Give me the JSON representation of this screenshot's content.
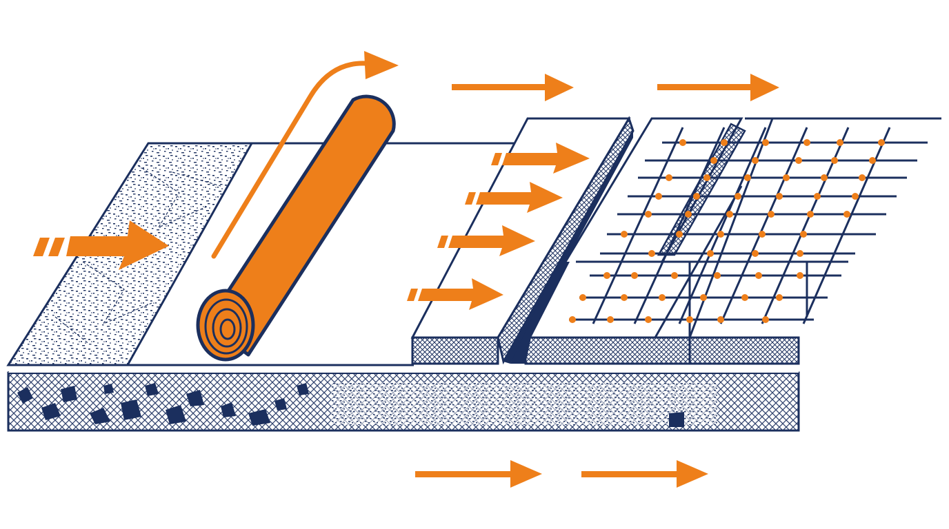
{
  "colors": {
    "background": "#ffffff",
    "outline": "#1b2f5e",
    "accent": "#ee7f1a"
  },
  "components": [
    {
      "id": "base-course",
      "kind": "aggregate-base-layer"
    },
    {
      "id": "concrete-slab",
      "kind": "speckled-slab"
    },
    {
      "id": "membrane-roll",
      "kind": "rolled-membrane"
    },
    {
      "id": "membrane-sheet",
      "kind": "flat-sheet"
    },
    {
      "id": "insulation-board",
      "kind": "crosshatched-board"
    },
    {
      "id": "reinforcement-mesh",
      "kind": "grid-mesh"
    }
  ],
  "arrows": {
    "count": 10,
    "style": "orange-direction-right"
  }
}
